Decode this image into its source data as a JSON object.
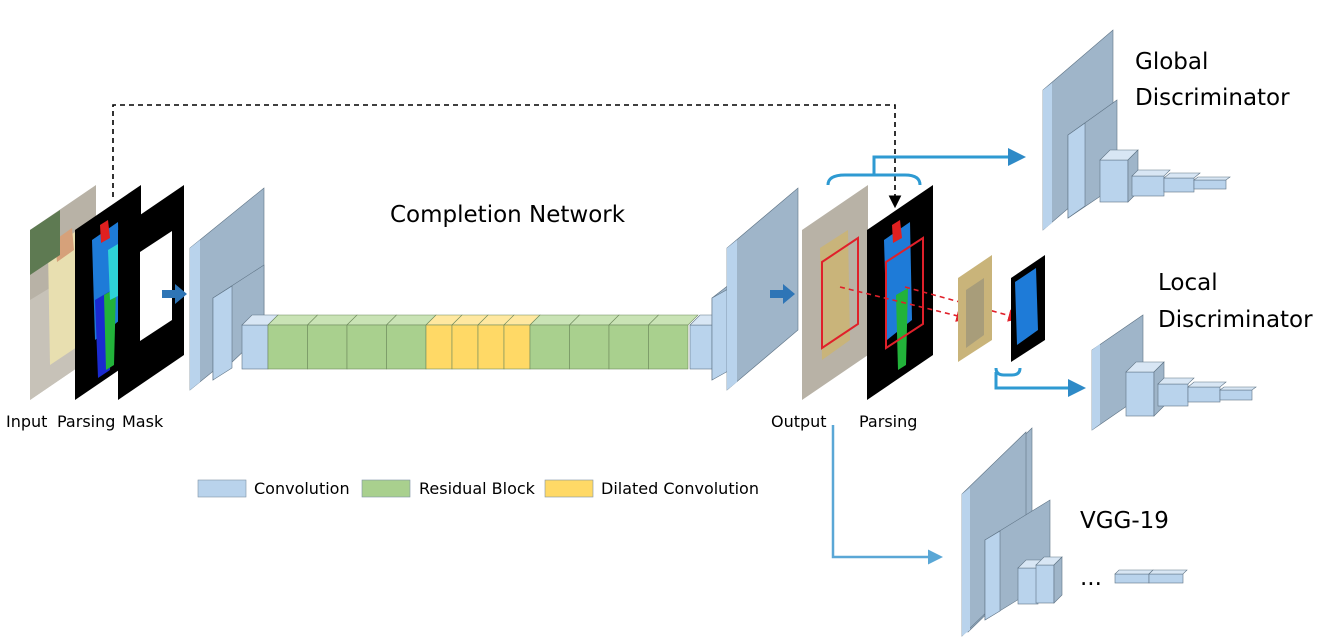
{
  "title": "Completion Network",
  "inputs": {
    "input": "Input",
    "parsing": "Parsing",
    "mask": "Mask"
  },
  "outputs": {
    "output": "Output",
    "parsing": "Parsing"
  },
  "global_disc": {
    "line1": "Global",
    "line2": "Discriminator"
  },
  "local_disc": {
    "line1": "Local",
    "line2": "Discriminator"
  },
  "vgg": {
    "label": "VGG-19",
    "ellipsis": "..."
  },
  "legend": [
    {
      "label": "Convolution",
      "color": "#b9d3ec"
    },
    {
      "label": "Residual Block",
      "color": "#a9d08e"
    },
    {
      "label": "Dilated Convolution",
      "color": "#ffd966"
    }
  ],
  "colors": {
    "conv": "#b9d3ec",
    "conv_dark": "#9fb5c9",
    "residual": "#a9d08e",
    "dilated": "#ffd966",
    "arrow_dark": "#2e75b6",
    "arrow_light": "#5aa7d6",
    "crop_red": "#e0202a"
  },
  "network": {
    "blocks": [
      "conv",
      "conv",
      "conv",
      "residual",
      "residual",
      "residual",
      "residual",
      "dilated",
      "dilated",
      "dilated",
      "dilated",
      "residual",
      "residual",
      "residual",
      "residual",
      "conv",
      "conv",
      "conv"
    ]
  }
}
